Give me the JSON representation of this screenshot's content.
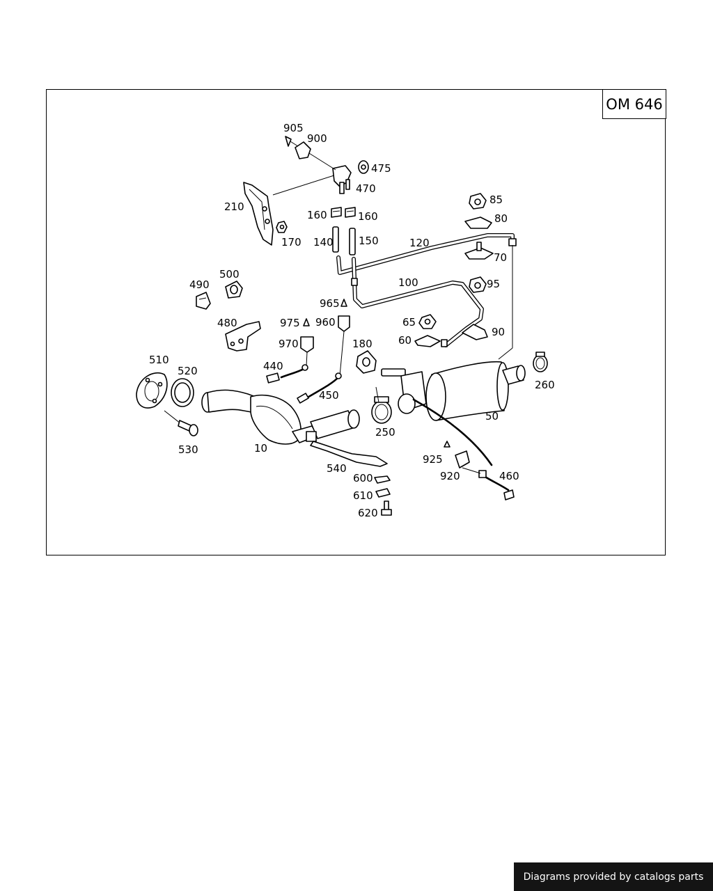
{
  "diagram": {
    "engine_code": "OM 646",
    "callouts": {
      "c905": "905",
      "c900": "900",
      "c475": "475",
      "c470": "470",
      "c210": "210",
      "c160a": "160",
      "c160b": "160",
      "c170": "170",
      "c140": "140",
      "c150": "150",
      "c85": "85",
      "c80": "80",
      "c120": "120",
      "c70": "70",
      "c100": "100",
      "c95": "95",
      "c490": "490",
      "c500": "500",
      "c965": "965",
      "c975": "975",
      "c960": "960",
      "c65": "65",
      "c60": "60",
      "c90": "90",
      "c480": "480",
      "c970": "970",
      "c180": "180",
      "c510": "510",
      "c520": "520",
      "c440": "440",
      "c450": "450",
      "c260": "260",
      "c50": "50",
      "c250": "250",
      "c530": "530",
      "c10": "10",
      "c540": "540",
      "c925": "925",
      "c920": "920",
      "c460": "460",
      "c600": "600",
      "c610": "610",
      "c620": "620"
    }
  },
  "footer": {
    "credit": "Diagrams provided by catalogs parts"
  }
}
